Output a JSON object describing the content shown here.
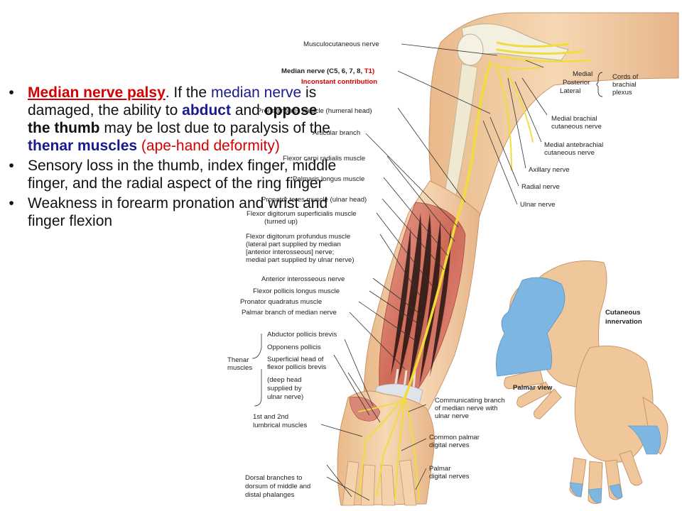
{
  "text": {
    "b1_title": "Median nerve palsy",
    "b1_after_title": ". If the ",
    "b1_median": "median nerve",
    "b1_damaged": " is damaged, the ability to ",
    "b1_abduct": "abduct",
    "b1_and": " and ",
    "b1_oppose": "oppose the thumb",
    "b1_mid": " may be lost due to paralysis of the ",
    "b1_thenar": "thenar muscles",
    "b1_paren": " (",
    "b1_ape": "ape-hand deformity)",
    "b2": "Sensory loss in the thumb, index finger, middle finger, and the radial aspect of the ring finger",
    "b3": "Weakness in forearm pronation and wrist and finger flexion",
    "bullet_char": "•"
  },
  "labels": {
    "musculocutaneous": "Musculocutaneous nerve",
    "median_nerve": "Median nerve (C5, 6, 7, 8, ",
    "median_t1": "T1)",
    "inconstant": "Inconstant contribution",
    "pronator_humeral": "Pronator teres muscle (humeral head)",
    "articular": "Articular branch",
    "fcr": "Flexor carpi radialis muscle",
    "palmaris": "Palmaris longus muscle",
    "pronator_ulnar": "Pronator teres muscle (ulnar head)",
    "fds_1": "Flexor digitorum superficialis muscle",
    "fds_2": "(turned up)",
    "fdp_1": "Flexor digitorum profundus muscle",
    "fdp_2": "(lateral part supplied by median",
    "fdp_3": "[anterior interosseous] nerve;",
    "fdp_4": "medial part supplied by ulnar nerve)",
    "ant_interosseous": "Anterior interosseous nerve",
    "fpl": "Flexor pollicis longus muscle",
    "pq": "Pronator quadratus muscle",
    "palmar_branch": "Palmar branch of median nerve",
    "cord_medial": "Medial",
    "cord_posterior": "Posterior",
    "cord_lateral": "Lateral",
    "cords_1": "Cords of",
    "cords_2": "brachial",
    "cords_3": "plexus",
    "mbcn_1": "Medial brachial",
    "mbcn_2": "cutaneous nerve",
    "macn_1": "Medial antebrachial",
    "macn_2": "cutaneous nerve",
    "axillary": "Axillary nerve",
    "radial": "Radial nerve",
    "ulnar": "Ulnar nerve",
    "thenar_1": "Thenar",
    "thenar_2": "muscles",
    "apb": "Abductor pollicis brevis",
    "op": "Opponens pollicis",
    "fpb_1": "Superficial head of",
    "fpb_2": "flexor pollicis brevis",
    "fpb_3": "(deep head",
    "fpb_4": "supplied by",
    "fpb_5": "ulnar nerve)",
    "lumbrical_1": "1st and 2nd",
    "lumbrical_2": "lumbrical muscles",
    "dorsal_1": "Dorsal branches to",
    "dorsal_2": "dorsum of middle and",
    "dorsal_3": "distal phalanges",
    "comm_1": "Communicating branch",
    "comm_2": "of median nerve with",
    "comm_3": "ulnar nerve",
    "cpd_1": "Common palmar",
    "cpd_2": "digital nerves",
    "pd_1": "Palmar",
    "pd_2": "digital nerves",
    "cutaneous_1": "Cutaneous",
    "cutaneous_2": "innervation",
    "palmar_view": "Palmar view"
  },
  "colors": {
    "nerve": "#f2dc3c",
    "skin": "#f1caa0",
    "muscle": "#d97a6a",
    "sensory": "#7eb6e2",
    "accent_red": "#d40000",
    "accent_navy": "#1a1a8c"
  }
}
